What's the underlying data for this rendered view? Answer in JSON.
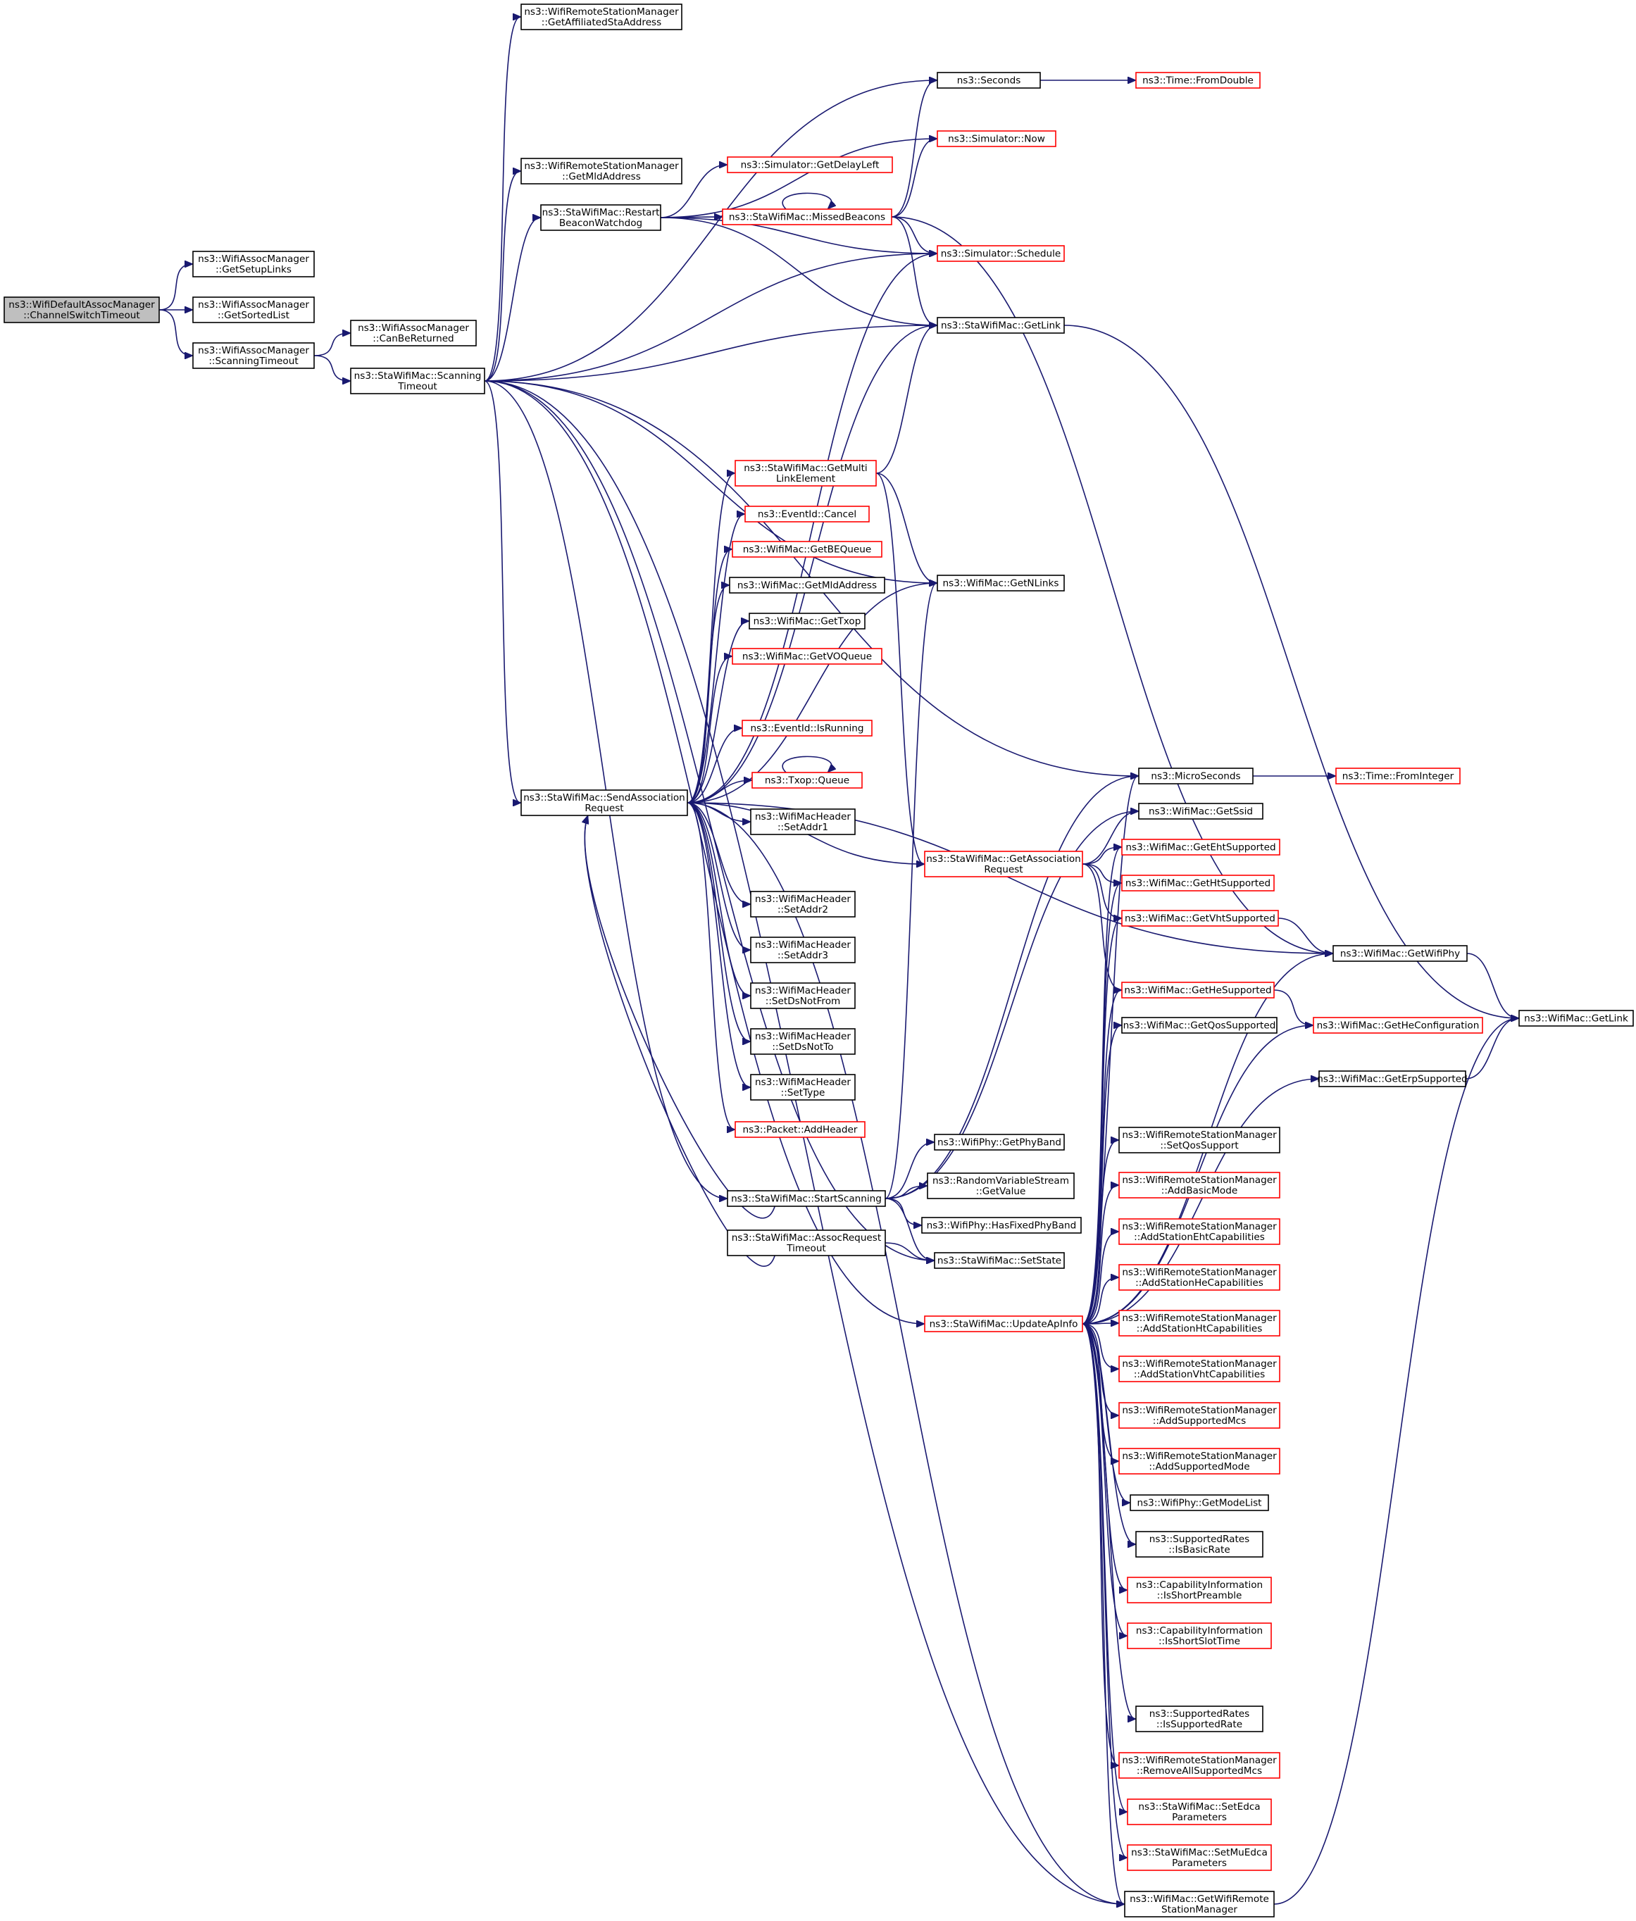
{
  "nodes": [
    {
      "id": "root",
      "lines": [
        "ns3::WifiDefaultAssocManager",
        "::ChannelSwitchTimeout"
      ],
      "style": "root"
    },
    {
      "id": "GetSetupLinks",
      "lines": [
        "ns3::WifiAssocManager",
        "::GetSetupLinks"
      ],
      "style": "black"
    },
    {
      "id": "GetSortedList",
      "lines": [
        "ns3::WifiAssocManager",
        "::GetSortedList"
      ],
      "style": "black"
    },
    {
      "id": "ScanningTimeoutAM",
      "lines": [
        "ns3::WifiAssocManager",
        "::ScanningTimeout"
      ],
      "style": "black"
    },
    {
      "id": "CanBeReturned",
      "lines": [
        "ns3::WifiAssocManager",
        "::CanBeReturned"
      ],
      "style": "black"
    },
    {
      "id": "ScanningTimeoutSta",
      "lines": [
        "ns3::StaWifiMac::Scanning",
        "Timeout"
      ],
      "style": "black"
    },
    {
      "id": "GetAffiliatedStaAddress",
      "lines": [
        "ns3::WifiRemoteStationManager",
        "::GetAffiliatedStaAddress"
      ],
      "style": "black"
    },
    {
      "id": "GetMldAddressRSM",
      "lines": [
        "ns3::WifiRemoteStationManager",
        "::GetMldAddress"
      ],
      "style": "black"
    },
    {
      "id": "RestartBeaconWatchdog",
      "lines": [
        "ns3::StaWifiMac::Restart",
        "BeaconWatchdog"
      ],
      "style": "black"
    },
    {
      "id": "SendAssociationRequest",
      "lines": [
        "ns3::StaWifiMac::SendAssociation",
        "Request"
      ],
      "style": "black"
    },
    {
      "id": "StartScanning",
      "lines": [
        "ns3::StaWifiMac::StartScanning"
      ],
      "style": "black"
    },
    {
      "id": "AssocRequestTimeout",
      "lines": [
        "ns3::StaWifiMac::AssocRequest",
        "Timeout"
      ],
      "style": "black"
    },
    {
      "id": "UpdateApInfo",
      "lines": [
        "ns3::StaWifiMac::UpdateApInfo"
      ],
      "style": "red"
    },
    {
      "id": "Seconds",
      "lines": [
        "ns3::Seconds"
      ],
      "style": "black"
    },
    {
      "id": "FromDouble",
      "lines": [
        "ns3::Time::FromDouble"
      ],
      "style": "red"
    },
    {
      "id": "SimNow",
      "lines": [
        "ns3::Simulator::Now"
      ],
      "style": "red"
    },
    {
      "id": "GetDelayLeft",
      "lines": [
        "ns3::Simulator::GetDelayLeft"
      ],
      "style": "red"
    },
    {
      "id": "MissedBeacons",
      "lines": [
        "ns3::StaWifiMac::MissedBeacons"
      ],
      "style": "red"
    },
    {
      "id": "SimSchedule",
      "lines": [
        "ns3::Simulator::Schedule"
      ],
      "style": "red"
    },
    {
      "id": "StaGetLink",
      "lines": [
        "ns3::StaWifiMac::GetLink"
      ],
      "style": "black"
    },
    {
      "id": "GetMultiLinkElement",
      "lines": [
        "ns3::StaWifiMac::GetMulti",
        "LinkElement"
      ],
      "style": "red"
    },
    {
      "id": "EventCancel",
      "lines": [
        "ns3::EventId::Cancel"
      ],
      "style": "red"
    },
    {
      "id": "GetBEQueue",
      "lines": [
        "ns3::WifiMac::GetBEQueue"
      ],
      "style": "red"
    },
    {
      "id": "GetMldAddressMac",
      "lines": [
        "ns3::WifiMac::GetMldAddress"
      ],
      "style": "black"
    },
    {
      "id": "GetTxop",
      "lines": [
        "ns3::WifiMac::GetTxop"
      ],
      "style": "black"
    },
    {
      "id": "GetVOQueue",
      "lines": [
        "ns3::WifiMac::GetVOQueue"
      ],
      "style": "red"
    },
    {
      "id": "GetNLinks",
      "lines": [
        "ns3::WifiMac::GetNLinks"
      ],
      "style": "black"
    },
    {
      "id": "IsRunning",
      "lines": [
        "ns3::EventId::IsRunning"
      ],
      "style": "red"
    },
    {
      "id": "TxopQueue",
      "lines": [
        "ns3::Txop::Queue"
      ],
      "style": "red"
    },
    {
      "id": "SetAddr1",
      "lines": [
        "ns3::WifiMacHeader",
        "::SetAddr1"
      ],
      "style": "black"
    },
    {
      "id": "SetAddr2",
      "lines": [
        "ns3::WifiMacHeader",
        "::SetAddr2"
      ],
      "style": "black"
    },
    {
      "id": "SetAddr3",
      "lines": [
        "ns3::WifiMacHeader",
        "::SetAddr3"
      ],
      "style": "black"
    },
    {
      "id": "SetDsNotFrom",
      "lines": [
        "ns3::WifiMacHeader",
        "::SetDsNotFrom"
      ],
      "style": "black"
    },
    {
      "id": "SetDsNotTo",
      "lines": [
        "ns3::WifiMacHeader",
        "::SetDsNotTo"
      ],
      "style": "black"
    },
    {
      "id": "SetType",
      "lines": [
        "ns3::WifiMacHeader",
        "::SetType"
      ],
      "style": "black"
    },
    {
      "id": "AddHeader",
      "lines": [
        "ns3::Packet::AddHeader"
      ],
      "style": "red"
    },
    {
      "id": "GetAssociationRequest",
      "lines": [
        "ns3::StaWifiMac::GetAssociation",
        "Request"
      ],
      "style": "red"
    },
    {
      "id": "MicroSeconds",
      "lines": [
        "ns3::MicroSeconds"
      ],
      "style": "black"
    },
    {
      "id": "FromInteger",
      "lines": [
        "ns3::Time::FromInteger"
      ],
      "style": "red"
    },
    {
      "id": "GetSsid",
      "lines": [
        "ns3::WifiMac::GetSsid"
      ],
      "style": "black"
    },
    {
      "id": "GetEhtSupported",
      "lines": [
        "ns3::WifiMac::GetEhtSupported"
      ],
      "style": "red"
    },
    {
      "id": "GetHtSupported",
      "lines": [
        "ns3::WifiMac::GetHtSupported"
      ],
      "style": "red"
    },
    {
      "id": "GetVhtSupported",
      "lines": [
        "ns3::WifiMac::GetVhtSupported"
      ],
      "style": "red"
    },
    {
      "id": "GetWifiPhy",
      "lines": [
        "ns3::WifiMac::GetWifiPhy"
      ],
      "style": "black"
    },
    {
      "id": "GetHeSupported",
      "lines": [
        "ns3::WifiMac::GetHeSupported"
      ],
      "style": "red"
    },
    {
      "id": "GetHeConfiguration",
      "lines": [
        "ns3::WifiMac::GetHeConfiguration"
      ],
      "style": "red"
    },
    {
      "id": "MacGetLink",
      "lines": [
        "ns3::WifiMac::GetLink"
      ],
      "style": "black"
    },
    {
      "id": "GetQosSupported",
      "lines": [
        "ns3::WifiMac::GetQosSupported"
      ],
      "style": "black"
    },
    {
      "id": "GetErpSupported",
      "lines": [
        "ns3::WifiMac::GetErpSupported"
      ],
      "style": "black"
    },
    {
      "id": "GetPhyBand",
      "lines": [
        "ns3::WifiPhy::GetPhyBand"
      ],
      "style": "black"
    },
    {
      "id": "RVSGetValue",
      "lines": [
        "ns3::RandomVariableStream",
        "::GetValue"
      ],
      "style": "black"
    },
    {
      "id": "HasFixedPhyBand",
      "lines": [
        "ns3::WifiPhy::HasFixedPhyBand"
      ],
      "style": "black"
    },
    {
      "id": "SetState",
      "lines": [
        "ns3::StaWifiMac::SetState"
      ],
      "style": "black"
    },
    {
      "id": "SetQosSupport",
      "lines": [
        "ns3::WifiRemoteStationManager",
        "::SetQosSupport"
      ],
      "style": "black"
    },
    {
      "id": "AddBasicMode",
      "lines": [
        "ns3::WifiRemoteStationManager",
        "::AddBasicMode"
      ],
      "style": "red"
    },
    {
      "id": "AddStationEhtCapabilities",
      "lines": [
        "ns3::WifiRemoteStationManager",
        "::AddStationEhtCapabilities"
      ],
      "style": "red"
    },
    {
      "id": "AddStationHeCapabilities",
      "lines": [
        "ns3::WifiRemoteStationManager",
        "::AddStationHeCapabilities"
      ],
      "style": "red"
    },
    {
      "id": "AddStationHtCapabilities",
      "lines": [
        "ns3::WifiRemoteStationManager",
        "::AddStationHtCapabilities"
      ],
      "style": "red"
    },
    {
      "id": "AddStationVhtCapabilities",
      "lines": [
        "ns3::WifiRemoteStationManager",
        "::AddStationVhtCapabilities"
      ],
      "style": "red"
    },
    {
      "id": "AddSupportedMcs",
      "lines": [
        "ns3::WifiRemoteStationManager",
        "::AddSupportedMcs"
      ],
      "style": "red"
    },
    {
      "id": "AddSupportedMode",
      "lines": [
        "ns3::WifiRemoteStationManager",
        "::AddSupportedMode"
      ],
      "style": "red"
    },
    {
      "id": "GetModeList",
      "lines": [
        "ns3::WifiPhy::GetModeList"
      ],
      "style": "black"
    },
    {
      "id": "IsBasicRate",
      "lines": [
        "ns3::SupportedRates",
        "::IsBasicRate"
      ],
      "style": "black"
    },
    {
      "id": "IsShortPreamble",
      "lines": [
        "ns3::CapabilityInformation",
        "::IsShortPreamble"
      ],
      "style": "red"
    },
    {
      "id": "IsShortSlotTime",
      "lines": [
        "ns3::CapabilityInformation",
        "::IsShortSlotTime"
      ],
      "style": "red"
    },
    {
      "id": "IsSupportedRate",
      "lines": [
        "ns3::SupportedRates",
        "::IsSupportedRate"
      ],
      "style": "black"
    },
    {
      "id": "RemoveAllSupportedMcs",
      "lines": [
        "ns3::WifiRemoteStationManager",
        "::RemoveAllSupportedMcs"
      ],
      "style": "red"
    },
    {
      "id": "SetEdcaParameters",
      "lines": [
        "ns3::StaWifiMac::SetEdca",
        "Parameters"
      ],
      "style": "red"
    },
    {
      "id": "SetMuEdcaParameters",
      "lines": [
        "ns3::StaWifiMac::SetMuEdca",
        "Parameters"
      ],
      "style": "red"
    },
    {
      "id": "GetWifiRemoteStationManager",
      "lines": [
        "ns3::WifiMac::GetWifiRemote",
        "StationManager"
      ],
      "style": "black"
    }
  ],
  "edges": [
    [
      "root",
      "GetSetupLinks"
    ],
    [
      "root",
      "GetSortedList"
    ],
    [
      "root",
      "ScanningTimeoutAM"
    ],
    [
      "ScanningTimeoutAM",
      "CanBeReturned"
    ],
    [
      "ScanningTimeoutAM",
      "ScanningTimeoutSta"
    ],
    [
      "ScanningTimeoutSta",
      "GetAffiliatedStaAddress"
    ],
    [
      "ScanningTimeoutSta",
      "GetMldAddressRSM"
    ],
    [
      "ScanningTimeoutSta",
      "RestartBeaconWatchdog"
    ],
    [
      "ScanningTimeoutSta",
      "Seconds"
    ],
    [
      "ScanningTimeoutSta",
      "SimSchedule"
    ],
    [
      "ScanningTimeoutSta",
      "StaGetLink"
    ],
    [
      "ScanningTimeoutSta",
      "GetNLinks"
    ],
    [
      "ScanningTimeoutSta",
      "MicroSeconds"
    ],
    [
      "ScanningTimeoutSta",
      "SendAssociationRequest"
    ],
    [
      "ScanningTimeoutSta",
      "StartScanning"
    ],
    [
      "ScanningTimeoutSta",
      "SetState"
    ],
    [
      "ScanningTimeoutSta",
      "UpdateApInfo"
    ],
    [
      "ScanningTimeoutSta",
      "GetWifiRemoteStationManager"
    ],
    [
      "RestartBeaconWatchdog",
      "SimNow"
    ],
    [
      "RestartBeaconWatchdog",
      "GetDelayLeft"
    ],
    [
      "RestartBeaconWatchdog",
      "MissedBeacons"
    ],
    [
      "RestartBeaconWatchdog",
      "SimSchedule"
    ],
    [
      "RestartBeaconWatchdog",
      "StaGetLink"
    ],
    [
      "Seconds",
      "FromDouble"
    ],
    [
      "MissedBeacons",
      "MissedBeacons"
    ],
    [
      "MissedBeacons",
      "Seconds"
    ],
    [
      "MissedBeacons",
      "SimNow"
    ],
    [
      "MissedBeacons",
      "SimSchedule"
    ],
    [
      "MissedBeacons",
      "StaGetLink"
    ],
    [
      "MissedBeacons",
      "GetWifiPhy"
    ],
    [
      "StaGetLink",
      "MacGetLink"
    ],
    [
      "SendAssociationRequest",
      "SimSchedule"
    ],
    [
      "SendAssociationRequest",
      "StaGetLink"
    ],
    [
      "SendAssociationRequest",
      "GetMultiLinkElement"
    ],
    [
      "SendAssociationRequest",
      "EventCancel"
    ],
    [
      "SendAssociationRequest",
      "GetBEQueue"
    ],
    [
      "SendAssociationRequest",
      "GetMldAddressMac"
    ],
    [
      "SendAssociationRequest",
      "GetTxop"
    ],
    [
      "SendAssociationRequest",
      "GetVOQueue"
    ],
    [
      "SendAssociationRequest",
      "GetNLinks"
    ],
    [
      "SendAssociationRequest",
      "IsRunning"
    ],
    [
      "SendAssociationRequest",
      "TxopQueue"
    ],
    [
      "SendAssociationRequest",
      "SetAddr1"
    ],
    [
      "SendAssociationRequest",
      "SetAddr2"
    ],
    [
      "SendAssociationRequest",
      "SetAddr3"
    ],
    [
      "SendAssociationRequest",
      "SetDsNotFrom"
    ],
    [
      "SendAssociationRequest",
      "SetDsNotTo"
    ],
    [
      "SendAssociationRequest",
      "SetType"
    ],
    [
      "SendAssociationRequest",
      "AddHeader"
    ],
    [
      "SendAssociationRequest",
      "GetAssociationRequest"
    ],
    [
      "SendAssociationRequest",
      "GetWifiPhy"
    ],
    [
      "SendAssociationRequest",
      "GetWifiRemoteStationManager"
    ],
    [
      "GetMultiLinkElement",
      "StaGetLink"
    ],
    [
      "GetMultiLinkElement",
      "GetNLinks"
    ],
    [
      "GetMultiLinkElement",
      "GetAssociationRequest"
    ],
    [
      "TxopQueue",
      "TxopQueue"
    ],
    [
      "GetAssociationRequest",
      "GetSsid"
    ],
    [
      "GetAssociationRequest",
      "GetEhtSupported"
    ],
    [
      "GetAssociationRequest",
      "GetHtSupported"
    ],
    [
      "GetAssociationRequest",
      "GetVhtSupported"
    ],
    [
      "GetAssociationRequest",
      "GetHeSupported"
    ],
    [
      "MicroSeconds",
      "FromInteger"
    ],
    [
      "GetVhtSupported",
      "GetWifiPhy"
    ],
    [
      "GetHeSupported",
      "GetHeConfiguration"
    ],
    [
      "GetWifiPhy",
      "MacGetLink"
    ],
    [
      "GetErpSupported",
      "MacGetLink"
    ],
    [
      "GetWifiRemoteStationManager",
      "MacGetLink"
    ],
    [
      "StartScanning",
      "MicroSeconds"
    ],
    [
      "StartScanning",
      "GetSsid"
    ],
    [
      "StartScanning",
      "GetNLinks"
    ],
    [
      "StartScanning",
      "GetPhyBand"
    ],
    [
      "StartScanning",
      "RVSGetValue"
    ],
    [
      "StartScanning",
      "HasFixedPhyBand"
    ],
    [
      "StartScanning",
      "SetState"
    ],
    [
      "StartScanning",
      "SendAssociationRequest"
    ],
    [
      "AssocRequestTimeout",
      "SetState"
    ],
    [
      "AssocRequestTimeout",
      "SendAssociationRequest"
    ],
    [
      "UpdateApInfo",
      "MicroSeconds"
    ],
    [
      "UpdateApInfo",
      "GetEhtSupported"
    ],
    [
      "UpdateApInfo",
      "GetHtSupported"
    ],
    [
      "UpdateApInfo",
      "GetVhtSupported"
    ],
    [
      "UpdateApInfo",
      "GetHeSupported"
    ],
    [
      "UpdateApInfo",
      "GetQosSupported"
    ],
    [
      "UpdateApInfo",
      "GetErpSupported"
    ],
    [
      "UpdateApInfo",
      "GetWifiPhy"
    ],
    [
      "UpdateApInfo",
      "SetQosSupport"
    ],
    [
      "UpdateApInfo",
      "AddBasicMode"
    ],
    [
      "UpdateApInfo",
      "AddStationEhtCapabilities"
    ],
    [
      "UpdateApInfo",
      "AddStationHeCapabilities"
    ],
    [
      "UpdateApInfo",
      "AddStationHtCapabilities"
    ],
    [
      "UpdateApInfo",
      "AddStationVhtCapabilities"
    ],
    [
      "UpdateApInfo",
      "AddSupportedMcs"
    ],
    [
      "UpdateApInfo",
      "AddSupportedMode"
    ],
    [
      "UpdateApInfo",
      "GetModeList"
    ],
    [
      "UpdateApInfo",
      "IsBasicRate"
    ],
    [
      "UpdateApInfo",
      "IsShortPreamble"
    ],
    [
      "UpdateApInfo",
      "IsShortSlotTime"
    ],
    [
      "UpdateApInfo",
      "GetHeConfiguration"
    ],
    [
      "UpdateApInfo",
      "IsSupportedRate"
    ],
    [
      "UpdateApInfo",
      "RemoveAllSupportedMcs"
    ],
    [
      "UpdateApInfo",
      "SetEdcaParameters"
    ],
    [
      "UpdateApInfo",
      "SetMuEdcaParameters"
    ],
    [
      "UpdateApInfo",
      "GetWifiRemoteStationManager"
    ]
  ]
}
